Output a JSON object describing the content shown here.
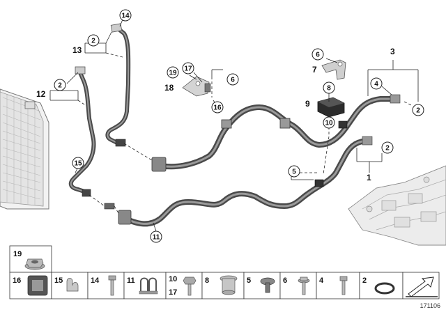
{
  "figure": {
    "number": "171106"
  },
  "callouts": {
    "plain": [
      {
        "id": "c13",
        "text": "13"
      },
      {
        "id": "c12",
        "text": "12"
      },
      {
        "id": "c18",
        "text": "18"
      },
      {
        "id": "c7",
        "text": "7"
      },
      {
        "id": "c9",
        "text": "9"
      },
      {
        "id": "c3",
        "text": "3"
      },
      {
        "id": "c1",
        "text": "1"
      }
    ],
    "circled": [
      {
        "id": "k14",
        "text": "14"
      },
      {
        "id": "k2a",
        "text": "2"
      },
      {
        "id": "k2b",
        "text": "2"
      },
      {
        "id": "k19",
        "text": "19"
      },
      {
        "id": "k17",
        "text": "17"
      },
      {
        "id": "k6a",
        "text": "6"
      },
      {
        "id": "k16",
        "text": "16"
      },
      {
        "id": "k6b",
        "text": "6"
      },
      {
        "id": "k8",
        "text": "8"
      },
      {
        "id": "k10",
        "text": "10"
      },
      {
        "id": "k4",
        "text": "4"
      },
      {
        "id": "k2c",
        "text": "2"
      },
      {
        "id": "k2d",
        "text": "2"
      },
      {
        "id": "k15",
        "text": "15"
      },
      {
        "id": "k5",
        "text": "5"
      },
      {
        "id": "k11",
        "text": "11"
      }
    ]
  },
  "parts_legend": {
    "top": [
      {
        "label": "19",
        "icon": "hex-nut-flange-icon"
      }
    ],
    "bottom": [
      {
        "label": "16",
        "icon": "rubber-grommet-icon"
      },
      {
        "label": "15",
        "icon": "hose-clip-icon"
      },
      {
        "label": "14",
        "icon": "bolt-icon"
      },
      {
        "label": "11",
        "icon": "double-hose-clip-icon"
      },
      {
        "label": "10",
        "label2": "17",
        "icon": "hex-collar-bolt-icon"
      },
      {
        "label": "8",
        "icon": "spacer-sleeve-icon"
      },
      {
        "label": "5",
        "icon": "expanding-rivet-icon"
      },
      {
        "label": "6",
        "icon": "flange-bolt-icon"
      },
      {
        "label": "4",
        "icon": "short-bolt-icon"
      },
      {
        "label": "2",
        "icon": "o-ring-icon"
      },
      {
        "label": "",
        "icon": "arrow-marker-icon"
      }
    ]
  }
}
